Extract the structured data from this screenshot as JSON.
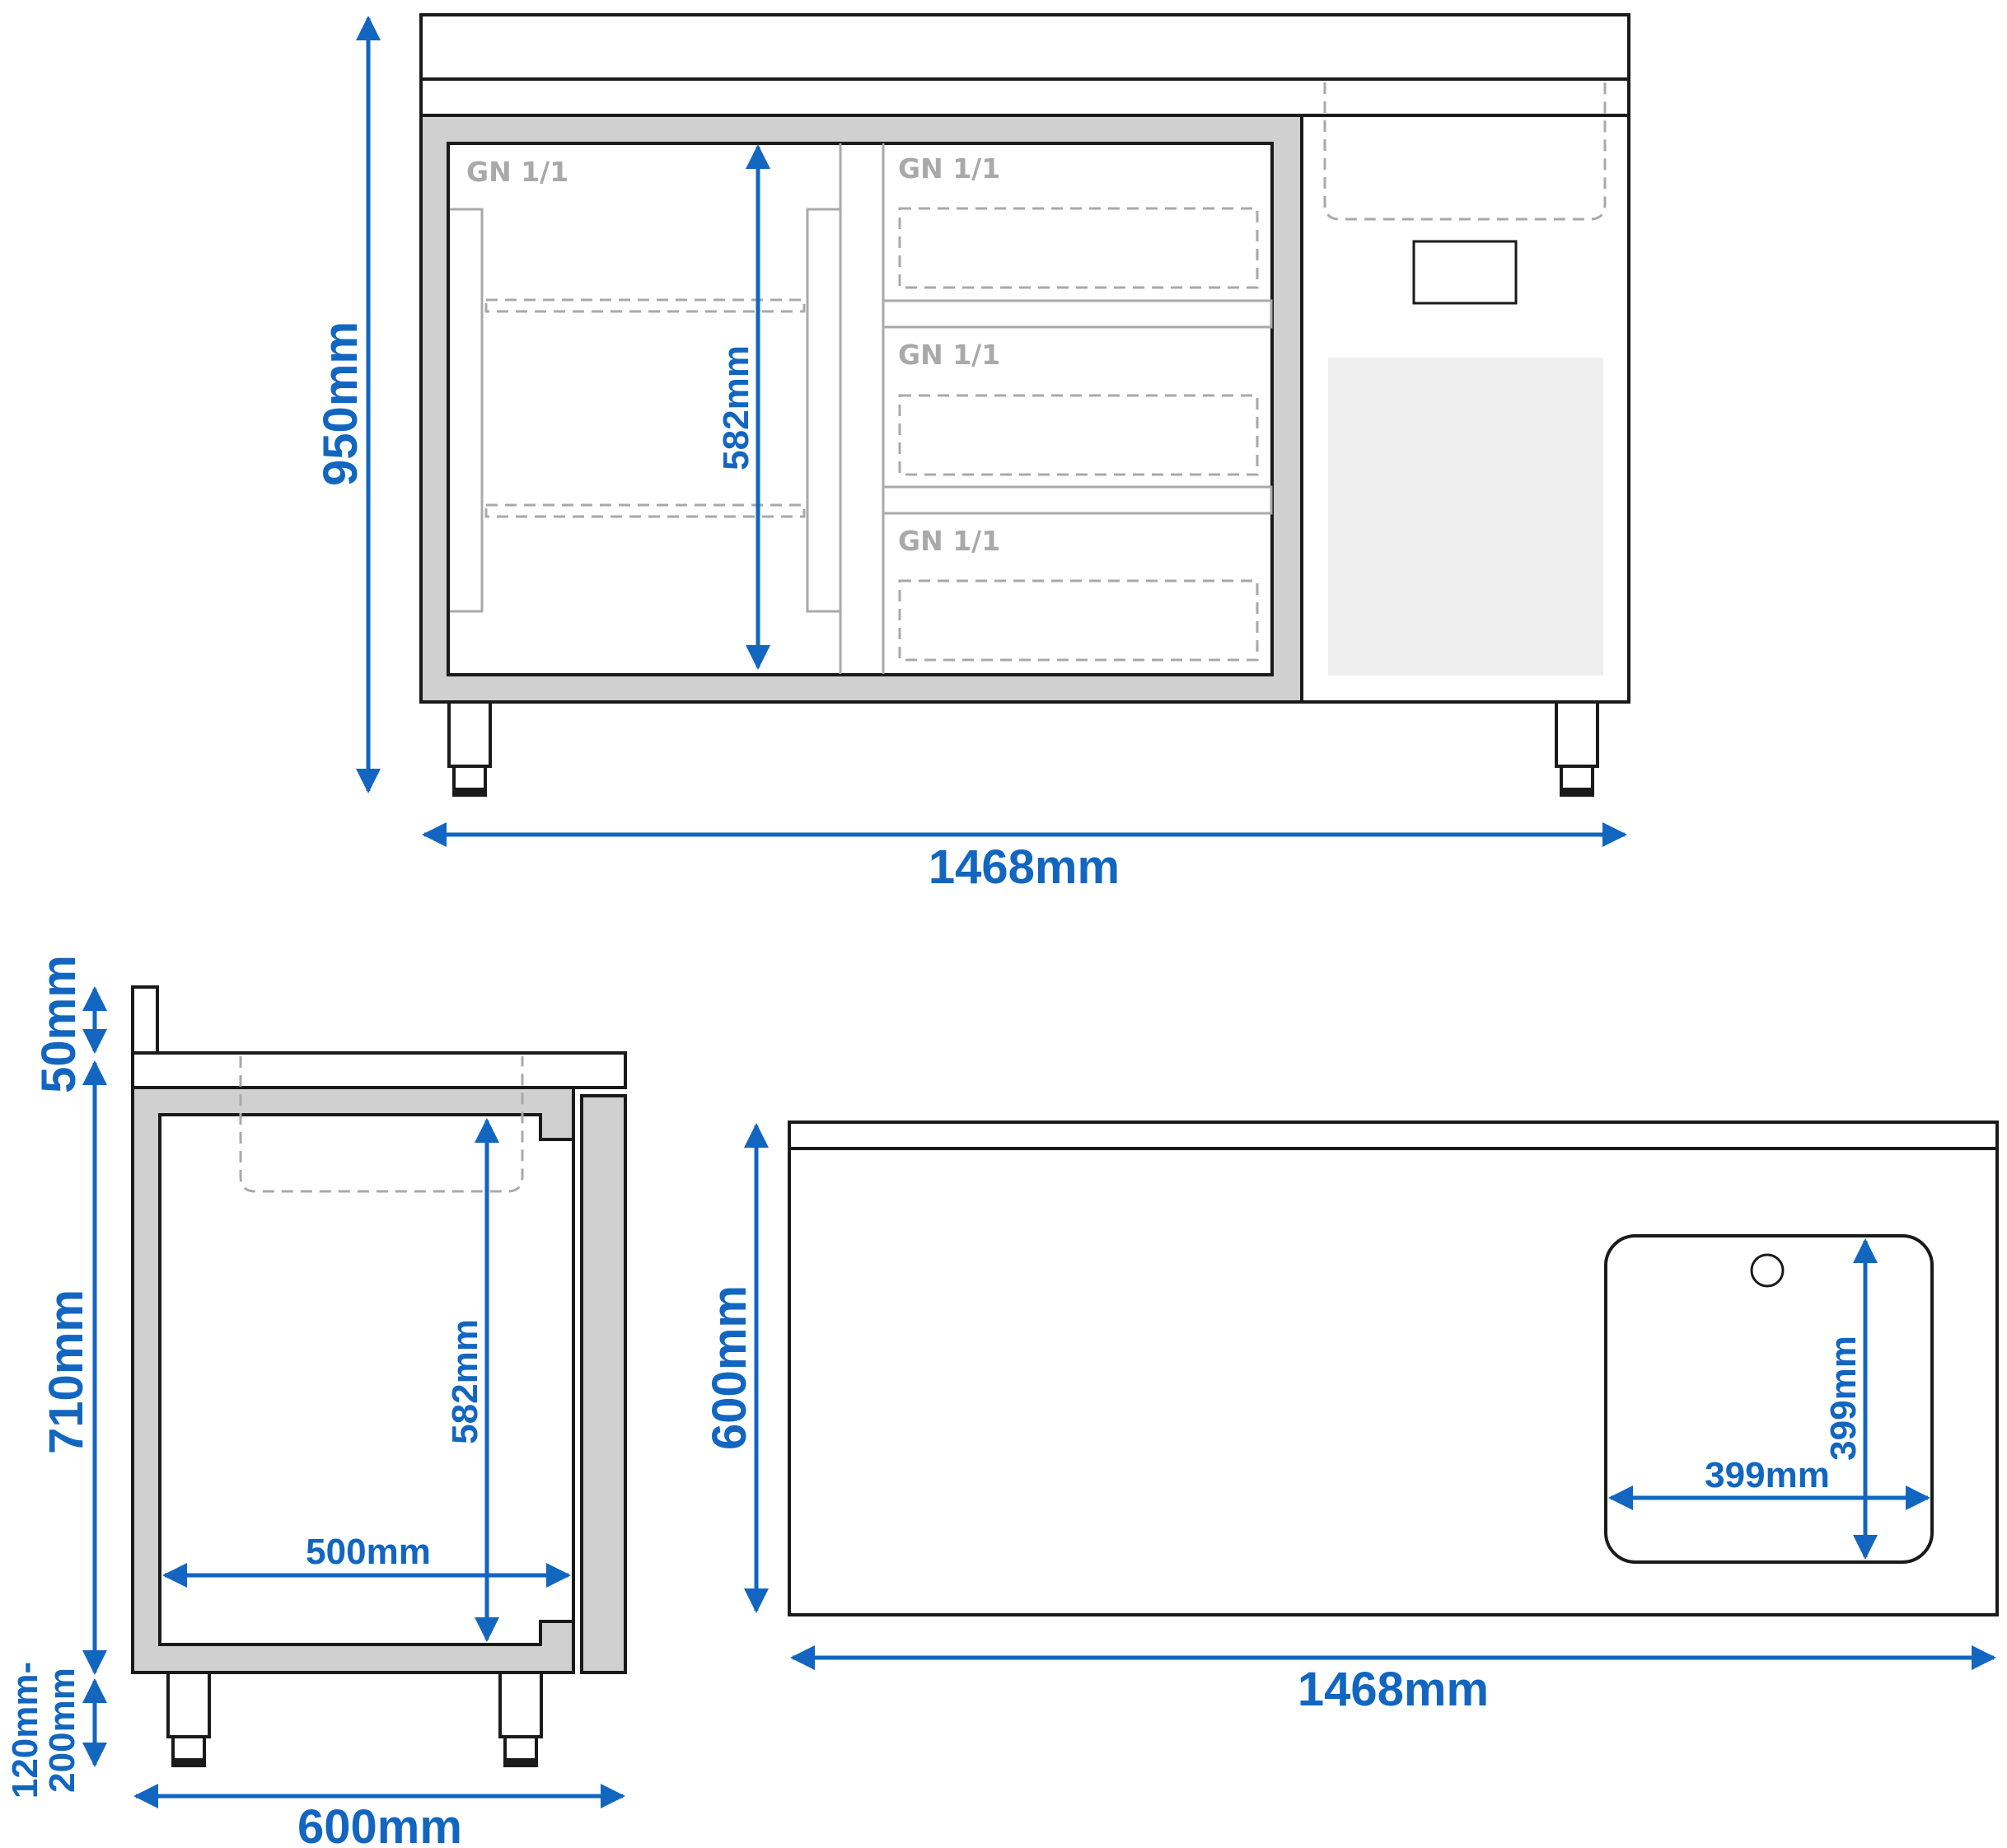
{
  "front_view": {
    "height_label": "950mm",
    "width_label": "1468mm",
    "inner_height_label": "582mm",
    "gn_labels": [
      "GN 1/1",
      "GN 1/1",
      "GN 1/1",
      "GN 1/1"
    ]
  },
  "side_view": {
    "upstand_label": "50mm",
    "body_label": "710mm",
    "legs_label_line1": "120mm-",
    "legs_label_line2": "200mm",
    "depth_label": "600mm",
    "inner_depth_label": "500mm",
    "inner_height_label": "582mm"
  },
  "top_view": {
    "depth_label": "600mm",
    "width_label": "1468mm",
    "sink_width_label": "399mm",
    "sink_depth_label": "399mm"
  },
  "colors": {
    "dimension": "#1266c0",
    "outline": "#1a1a1a",
    "panel_grey": "#d0d0d0",
    "light_grey": "#a9a9a9"
  }
}
